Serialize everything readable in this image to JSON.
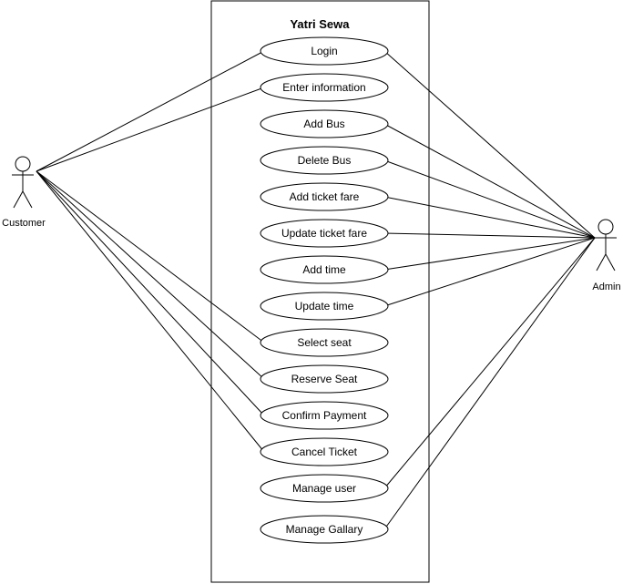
{
  "system": {
    "title": "Yatri Sewa"
  },
  "actors": {
    "customer": {
      "label": "Customer"
    },
    "admin": {
      "label": "Admin"
    }
  },
  "use_cases": [
    {
      "key": "login",
      "label": "Login",
      "actors": [
        "customer",
        "admin"
      ]
    },
    {
      "key": "enter-information",
      "label": "Enter information",
      "actors": [
        "customer"
      ]
    },
    {
      "key": "add-bus",
      "label": "Add Bus",
      "actors": [
        "admin"
      ]
    },
    {
      "key": "delete-bus",
      "label": "Delete Bus",
      "actors": [
        "admin"
      ]
    },
    {
      "key": "add-ticket-fare",
      "label": "Add ticket fare",
      "actors": [
        "admin"
      ]
    },
    {
      "key": "update-ticket-fare",
      "label": "Update ticket fare",
      "actors": [
        "admin"
      ]
    },
    {
      "key": "add-time",
      "label": "Add time",
      "actors": [
        "admin"
      ]
    },
    {
      "key": "update-time",
      "label": "Update time",
      "actors": [
        "admin"
      ]
    },
    {
      "key": "select-seat",
      "label": "Select seat",
      "actors": [
        "customer"
      ]
    },
    {
      "key": "reserve-seat",
      "label": "Reserve Seat",
      "actors": [
        "customer"
      ]
    },
    {
      "key": "confirm-payment",
      "label": "Confirm Payment",
      "actors": [
        "customer"
      ]
    },
    {
      "key": "cancel-ticket",
      "label": "Cancel Ticket",
      "actors": [
        "customer"
      ]
    },
    {
      "key": "manage-user",
      "label": "Manage user",
      "actors": [
        "admin"
      ]
    },
    {
      "key": "manage-gallary",
      "label": "Manage Gallary",
      "actors": [
        "admin"
      ]
    }
  ]
}
